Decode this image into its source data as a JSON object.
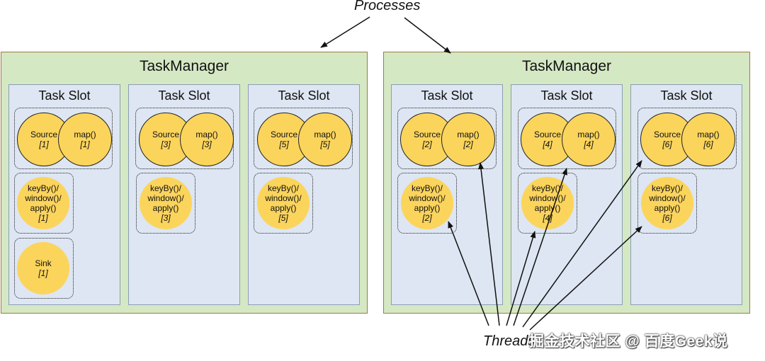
{
  "processes_label": "Processes",
  "threads_label": "Threads",
  "watermark": "掘金技术社区 @ 百度Geek说",
  "task_managers": [
    {
      "title": "TaskManager",
      "slots": [
        {
          "title": "Task Slot",
          "source": "Source",
          "source_id": "[1]",
          "map": "map()",
          "map_id": "[1]",
          "keyby": "keyBy()/ window()/ apply()",
          "keyby_id": "[1]",
          "sink": "Sink",
          "sink_id": "[1]"
        },
        {
          "title": "Task Slot",
          "source": "Source",
          "source_id": "[3]",
          "map": "map()",
          "map_id": "[3]",
          "keyby": "keyBy()/ window()/ apply()",
          "keyby_id": "[3]"
        },
        {
          "title": "Task Slot",
          "source": "Source",
          "source_id": "[5]",
          "map": "map()",
          "map_id": "[5]",
          "keyby": "keyBy()/ window()/ apply()",
          "keyby_id": "[5]"
        }
      ]
    },
    {
      "title": "TaskManager",
      "slots": [
        {
          "title": "Task Slot",
          "source": "Source",
          "source_id": "[2]",
          "map": "map()",
          "map_id": "[2]",
          "keyby": "keyBy()/ window()/ apply()",
          "keyby_id": "[2]"
        },
        {
          "title": "Task Slot",
          "source": "Source",
          "source_id": "[4]",
          "map": "map()",
          "map_id": "[4]",
          "keyby": "keyBy()/ window()/ apply()",
          "keyby_id": "[4]"
        },
        {
          "title": "Task Slot",
          "source": "Source",
          "source_id": "[6]",
          "map": "map()",
          "map_id": "[6]",
          "keyby": "keyBy()/ window()/ apply()",
          "keyby_id": "[6]"
        }
      ]
    }
  ],
  "colors": {
    "task_manager_fill": "#d5e8c4",
    "task_slot_fill": "#dde6f2",
    "operator_fill": "#fbd45c",
    "border": "#a07a45"
  }
}
